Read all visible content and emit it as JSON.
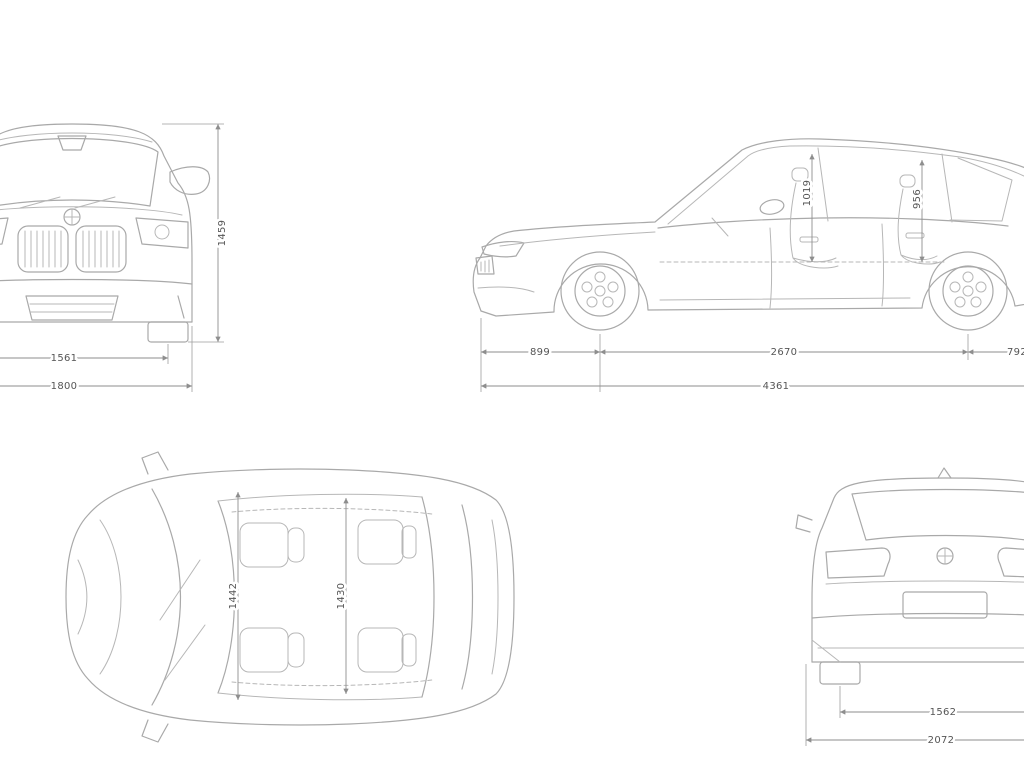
{
  "diagram": {
    "front_view": {
      "height": "1459",
      "front_track": "1561",
      "overall_width": "1800"
    },
    "side_view": {
      "front_interior_height": "1019",
      "rear_interior_height": "956",
      "front_overhang": "899",
      "wheelbase": "2670",
      "rear_overhang": "792",
      "overall_length": "4361"
    },
    "top_view": {
      "front_interior_width": "1442",
      "rear_interior_width": "1430"
    },
    "rear_view": {
      "rear_track": "1562",
      "width_incl_mirrors": "2072"
    }
  }
}
